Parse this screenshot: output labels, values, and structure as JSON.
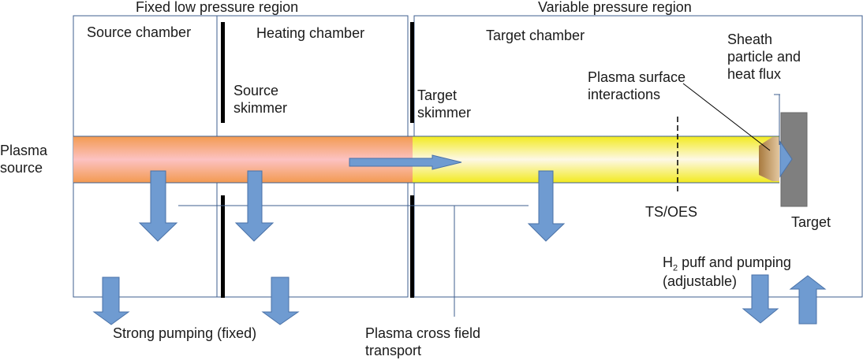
{
  "regions": {
    "fixed_low_pressure": "Fixed low pressure region",
    "variable_pressure": "Variable pressure region"
  },
  "chambers": {
    "source": "Source chamber",
    "heating": "Heating chamber",
    "target": "Target chamber"
  },
  "skimmers": {
    "source": "Source\nskimmer",
    "target": "Target\nskimmer"
  },
  "plasma_source": "Plasma\nsource",
  "sheath_flux": "Sheath\nparticle and\nheat flux",
  "plasma_surface": "Plasma surface\ninteractions",
  "diagnostic": "TS/OES",
  "target": "Target",
  "h2_puff": {
    "line1_main": "H",
    "line1_sub": "2",
    "line1_rest": " puff and pumping",
    "line2": "(adjustable)"
  },
  "strong_pumping": "Strong pumping (fixed)",
  "cross_field": "Plasma cross field\ntransport",
  "colors": {
    "frame": "#3f5f8f",
    "skimmer": "#000000",
    "arrow_fill": "#6f9bd1",
    "arrow_stroke": "#4a72a8",
    "hot_plasma": "#f6a15a",
    "cool_plasma": "#f5ec20",
    "target_plate": "#7f7f7f",
    "sheath": "#b0844a"
  }
}
